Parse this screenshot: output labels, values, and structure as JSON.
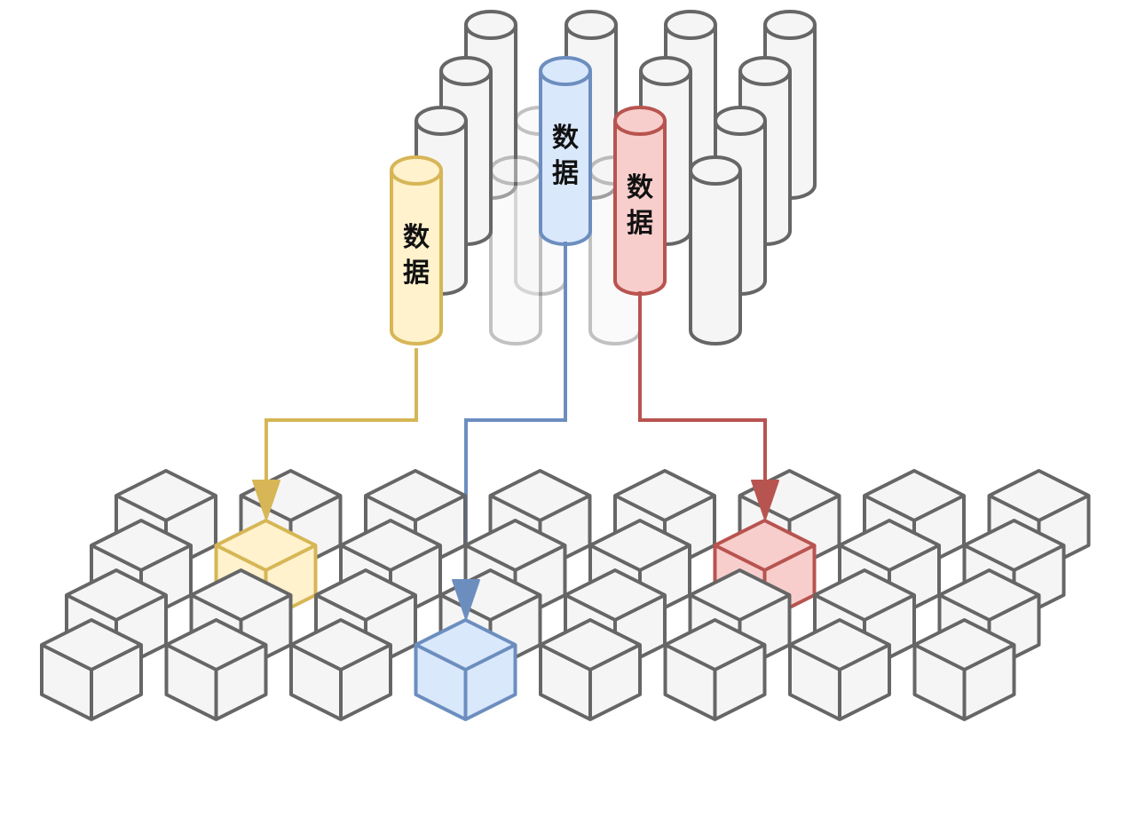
{
  "diagram": {
    "data_label": "数据",
    "colors": {
      "neutral_fill": "#f5f5f5",
      "neutral_stroke": "#666666",
      "yellow_fill": "#fff2cc",
      "yellow_stroke": "#d6b656",
      "blue_fill": "#dae8fc",
      "blue_stroke": "#6c8ebf",
      "red_fill": "#f8cecc",
      "red_stroke": "#b85450"
    },
    "highlighted_data": [
      {
        "color": "yellow",
        "label": "数据"
      },
      {
        "color": "blue",
        "label": "数据"
      },
      {
        "color": "red",
        "label": "数据"
      }
    ]
  }
}
